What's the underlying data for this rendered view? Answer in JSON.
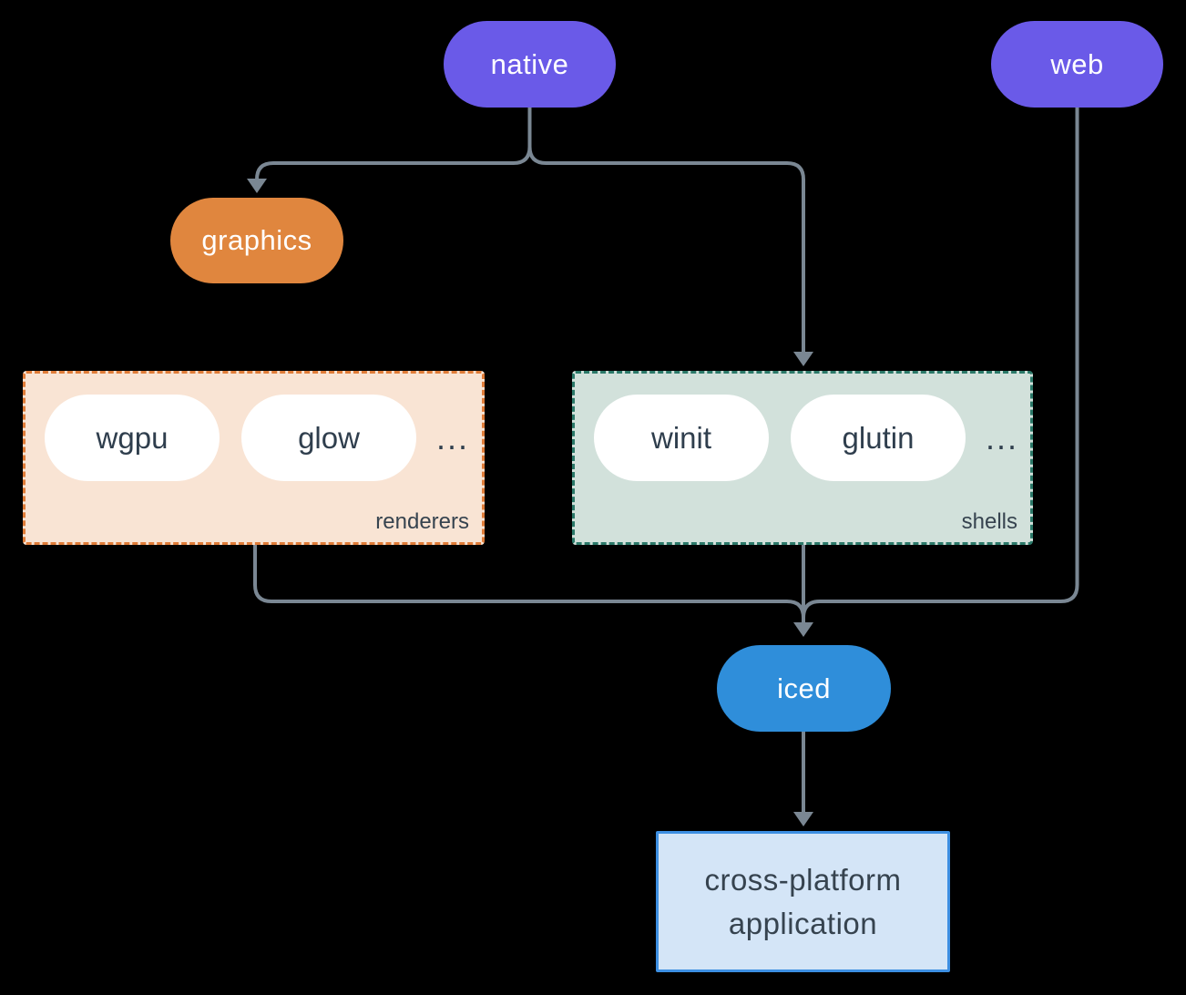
{
  "diagram": {
    "background": "#000000",
    "connector_color": "#7A8793",
    "nodes": {
      "native": {
        "label": "native",
        "color": "#6A5AE8",
        "text_color": "#FFFFFF"
      },
      "web": {
        "label": "web",
        "color": "#6A5AE8",
        "text_color": "#FFFFFF"
      },
      "graphics": {
        "label": "graphics",
        "color": "#E0863E",
        "text_color": "#FFFFFF"
      },
      "iced": {
        "label": "iced",
        "color": "#2F8EDA",
        "text_color": "#FFFFFF"
      },
      "application": {
        "lines": [
          "cross-platform",
          "application"
        ],
        "fill": "#D4E5F7",
        "border": "#3D8FE2",
        "text_color": "#36434F"
      }
    },
    "groups": {
      "renderers": {
        "label": "renderers",
        "fill": "#F9E4D4",
        "border": "#E07C38",
        "items": [
          "wgpu",
          "glow"
        ],
        "ellipsis": "...",
        "item_text_color": "#2F3E4D"
      },
      "shells": {
        "label": "shells",
        "fill": "#D2E1DB",
        "border": "#2B7969",
        "items": [
          "winit",
          "glutin"
        ],
        "ellipsis": "...",
        "item_text_color": "#2F3E4D"
      }
    },
    "edges": [
      {
        "from": "native",
        "to": "graphics"
      },
      {
        "from": "native",
        "to": "shells"
      },
      {
        "from": "renderers",
        "to": "iced"
      },
      {
        "from": "shells",
        "to": "iced"
      },
      {
        "from": "web",
        "to": "iced"
      },
      {
        "from": "iced",
        "to": "application"
      }
    ]
  }
}
